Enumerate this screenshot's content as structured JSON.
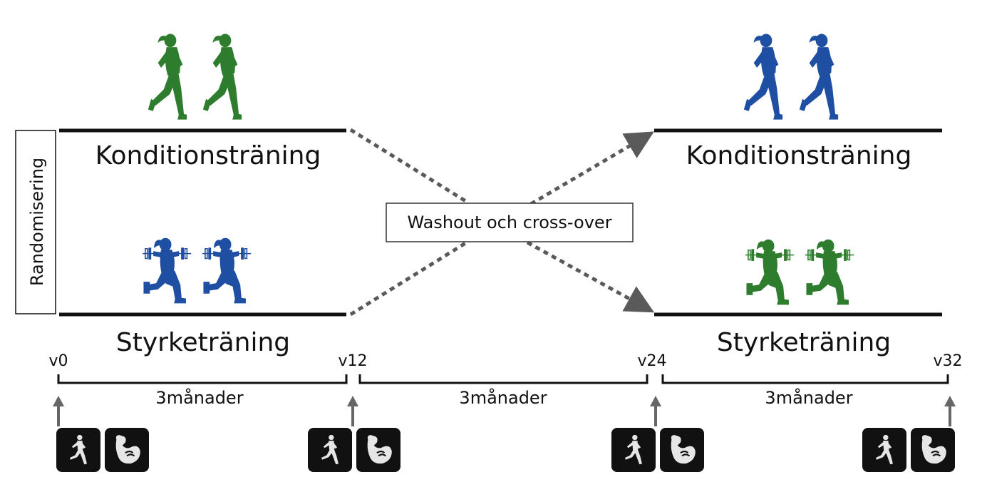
{
  "colors": {
    "green": "#2e7d2e",
    "blue": "#1f4fa3",
    "dashed_arrow": "#5a5a5a",
    "axis_arrow": "#666666",
    "icon_tile": "#111111",
    "icon_glyph": "#e6e6e6"
  },
  "randomization_label": "Randomisering",
  "washout_label": "Washout och cross-over",
  "phase1": {
    "top_label": "Konditionsträning",
    "top_icon": "runner-icon",
    "top_color": "green",
    "bottom_label": "Styrketräning",
    "bottom_icon": "lunge-dumbbell-icon",
    "bottom_color": "blue"
  },
  "phase2": {
    "top_label": "Konditionsträning",
    "top_icon": "runner-icon",
    "top_color": "blue",
    "bottom_label": "Styrketräning",
    "bottom_icon": "lunge-dumbbell-icon",
    "bottom_color": "green"
  },
  "timeline": {
    "weeks": [
      "v0",
      "v12",
      "v24",
      "v32"
    ],
    "periods": [
      "3månader",
      "3månader",
      "3månader"
    ],
    "assessment_icons": [
      "running-test-icon",
      "muscle-strength-icon"
    ]
  }
}
